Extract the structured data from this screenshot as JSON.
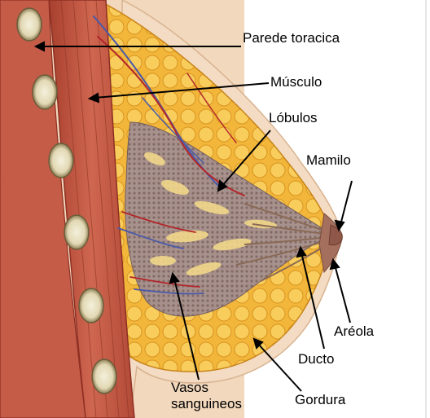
{
  "labels": {
    "parede": "Parede toracica",
    "musculo": "Músculo",
    "lobulos": "Lóbulos",
    "mamilo": "Mamilo",
    "areola": "Aréola",
    "ducto": "Ducto",
    "gordura": "Gordura",
    "vasos": "Vasos sanguineos"
  },
  "colors": {
    "background": "#f5ddc6",
    "skin": "#f2d6b8",
    "muscle": "#c85a45",
    "muscle_dark": "#9e3b2c",
    "fat": "#f2b63a",
    "fat_light": "#f7cf5e",
    "fat_edge": "#d48a1c",
    "lobule": "#a08c8c",
    "lobule_dark": "#7d6768",
    "vessel_red": "#b2262a",
    "vessel_blue": "#4a5aa8",
    "rib": "#e9e2c8",
    "areola": "#a07060"
  }
}
